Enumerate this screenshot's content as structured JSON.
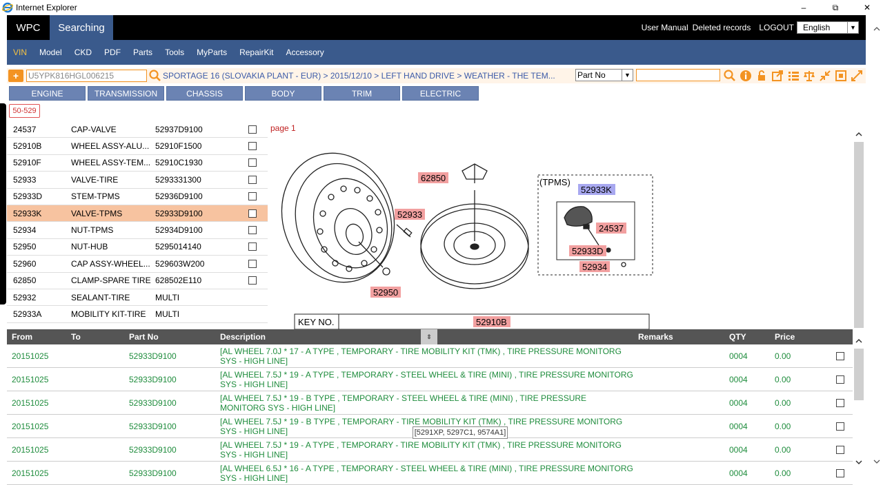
{
  "window": {
    "title": "Internet Explorer",
    "minimize": "–",
    "restore": "⧉",
    "close": "✕"
  },
  "header": {
    "tab_wpc": "WPC",
    "tab_searching": "Searching",
    "user_manual": "User Manual",
    "deleted_records": "Deleted records",
    "logout": "LOGOUT",
    "language": "English"
  },
  "nav": [
    "VIN",
    "Model",
    "CKD",
    "PDF",
    "Parts",
    "Tools",
    "MyParts",
    "RepairKit",
    "Accessory"
  ],
  "search": {
    "add_label": "+",
    "vin_placeholder": "U5YPK816HGL006215",
    "breadcrumb": "SPORTAGE 16 (SLOVAKIA PLANT - EUR) > 2015/12/10 > LEFT HAND DRIVE > WEATHER - THE TEM...",
    "field_select": "Part No"
  },
  "categories": [
    "ENGINE",
    "TRANSMISSION",
    "CHASSIS",
    "BODY",
    "TRIM",
    "ELECTRIC"
  ],
  "group_badge": "50-529",
  "parts": [
    {
      "ref": "24537",
      "name": "CAP-VALVE",
      "part": "52937D9100",
      "check": true
    },
    {
      "ref": "52910B",
      "name": "WHEEL ASSY-ALU...",
      "part": "52910F1500",
      "check": true
    },
    {
      "ref": "52910F",
      "name": "WHEEL ASSY-TEM...",
      "part": "52910C1930",
      "check": true
    },
    {
      "ref": "52933",
      "name": "VALVE-TIRE",
      "part": "5293331300",
      "check": true
    },
    {
      "ref": "52933D",
      "name": "STEM-TPMS",
      "part": "52936D9100",
      "check": true
    },
    {
      "ref": "52933K",
      "name": "VALVE-TPMS",
      "part": "52933D9100",
      "check": true,
      "selected": true
    },
    {
      "ref": "52934",
      "name": "NUT-TPMS",
      "part": "52934D9100",
      "check": true
    },
    {
      "ref": "52950",
      "name": "NUT-HUB",
      "part": "5295014140",
      "check": true
    },
    {
      "ref": "52960",
      "name": "CAP ASSY-WHEEL...",
      "part": "529603W200",
      "check": true
    },
    {
      "ref": "62850",
      "name": "CLAMP-SPARE TIRE",
      "part": "628502E110",
      "check": true
    },
    {
      "ref": "52932",
      "name": "SEALANT-TIRE",
      "part": "MULTI",
      "check": false
    },
    {
      "ref": "52933A",
      "name": "MOBILITY KIT-TIRE",
      "part": "MULTI",
      "check": false
    }
  ],
  "diagram": {
    "page_label": "page 1",
    "tpms_label": "(TPMS)",
    "key_no_label": "KEY NO.",
    "callouts": {
      "c62850": "62850",
      "c52933": "52933",
      "c52950": "52950",
      "c52933K": "52933K",
      "c24537": "24537",
      "c52933D": "52933D",
      "c52934": "52934",
      "c52910B": "52910B"
    },
    "colors": {
      "callout_red": "#f2a0a0",
      "callout_blue": "#a8a8f0"
    }
  },
  "table": {
    "headers": {
      "from": "From",
      "to": "To",
      "part_no": "Part No",
      "description": "Description",
      "remarks": "Remarks",
      "qty": "QTY",
      "price": "Price"
    },
    "rows": [
      {
        "from": "20151025",
        "part": "52933D9100",
        "desc": "[AL WHEEL 7.0J * 17 - A TYPE , TEMPORARY - TIRE MOBILITY KIT (TMK) , TIRE PRESSURE MONITORG SYS - HIGH LINE]",
        "qty": "0004",
        "price": "0.00"
      },
      {
        "from": "20151025",
        "part": "52933D9100",
        "desc": "[AL WHEEL 7.5J * 19 - A TYPE , TEMPORARY - STEEL WHEEL & TIRE (MINI) , TIRE PRESSURE MONITORG SYS - HIGH LINE]",
        "qty": "0004",
        "price": "0.00"
      },
      {
        "from": "20151025",
        "part": "52933D9100",
        "desc": "[AL WHEEL 7.5J * 19 - B TYPE , TEMPORARY - STEEL WHEEL & TIRE (MINI) , TIRE PRESSURE MONITORG SYS - HIGH LINE]",
        "qty": "0004",
        "price": "0.00"
      },
      {
        "from": "20151025",
        "part": "52933D9100",
        "desc": "[AL WHEEL 7.5J * 19 - B TYPE , TEMPORARY - TIRE MOBILITY KIT (TMK) , TIRE PRESSURE MONITORG SYS - HIGH LINE]",
        "qty": "0004",
        "price": "0.00"
      },
      {
        "from": "20151025",
        "part": "52933D9100",
        "desc": "[AL WHEEL 7.5J * 19 - A TYPE , TEMPORARY - TIRE MOBILITY KIT (TMK) , TIRE PRESSURE MONITORG SYS - HIGH LINE]",
        "qty": "0004",
        "price": "0.00"
      },
      {
        "from": "20151025",
        "part": "52933D9100",
        "desc": "[AL WHEEL 6.5J * 16 - A TYPE , TEMPORARY - STEEL WHEEL & TIRE (MINI) , TIRE PRESSURE MONITORG SYS - HIGH LINE]",
        "qty": "0004",
        "price": "0.00"
      }
    ],
    "tooltip": "[5291XP, 5297C1, 9574A1]"
  },
  "icons": [
    "ie-icon",
    "search-icon",
    "info-icon",
    "lock-icon",
    "export-icon",
    "list-icon",
    "scale-icon",
    "shrink-icon",
    "fit-icon",
    "expand-icon"
  ]
}
